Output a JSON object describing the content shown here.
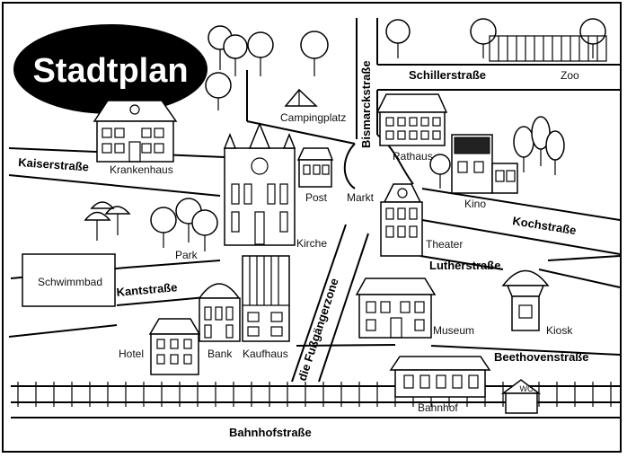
{
  "title": "Stadtplan",
  "streets": {
    "bismarck": "Bismarckstraße",
    "schiller": "Schillerstraße",
    "kaiser": "Kaiserstraße",
    "koch": "Kochstraße",
    "luther": "Lutherstraße",
    "kant": "Kantstraße",
    "fussgaenger": "die Fußgängerzone",
    "beethoven": "Beethovenstraße",
    "bahnhof": "Bahnhofstraße"
  },
  "places": {
    "krankenhaus": "Krankenhaus",
    "campingplatz": "Campingplatz",
    "zoo": "Zoo",
    "rathaus": "Rathaus",
    "post": "Post",
    "markt": "Markt",
    "kino": "Kino",
    "kirche": "Kirche",
    "park": "Park",
    "theater": "Theater",
    "schwimmbad": "Schwimmbad",
    "museum": "Museum",
    "kiosk": "Kiosk",
    "hotel": "Hotel",
    "bank": "Bank",
    "kaufhaus": "Kaufhaus",
    "bahnhof": "Bahnhof",
    "wc": "WC"
  }
}
